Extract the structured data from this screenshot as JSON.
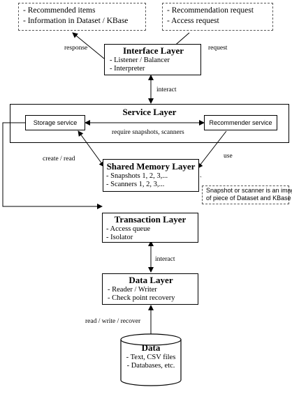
{
  "external": {
    "left_lines": [
      "- Recommended items",
      "- Information in Dataset / KBase"
    ],
    "right_lines": [
      "- Recommendation request",
      "- Access request"
    ]
  },
  "interface_layer": {
    "title": "Interface Layer",
    "items": [
      "- Listener / Balancer",
      "- Interpreter"
    ]
  },
  "service_layer": {
    "title": "Service Layer",
    "storage_service": "Storage service",
    "recommender_service": "Recommender service",
    "link_label": "require snapshots, scanners"
  },
  "shared_memory_layer": {
    "title": "Shared Memory Layer",
    "items": [
      "- Snapshots 1, 2, 3,...",
      "- Scanners 1, 2, 3,..."
    ]
  },
  "note": {
    "lines": [
      "Snapshot or scanner is an image",
      "of piece of Dataset and KBase"
    ]
  },
  "transaction_layer": {
    "title": "Transaction Layer",
    "items": [
      "- Access queue",
      "- Isolator"
    ]
  },
  "data_layer": {
    "title": "Data Layer",
    "items": [
      "- Reader / Writer",
      "- Check point recovery"
    ]
  },
  "data_store": {
    "title": "Data",
    "items": [
      "- Text, CSV files",
      "- Databases, etc."
    ]
  },
  "edge_labels": {
    "response": "response",
    "request": "request",
    "interact_top": "interact",
    "create_read": "create / read",
    "use": "use",
    "interact_bottom": "interact",
    "read_write_recover": "read / write / recover"
  }
}
